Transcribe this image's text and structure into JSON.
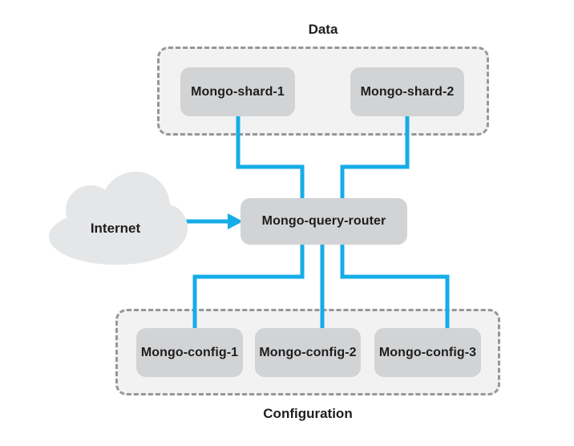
{
  "colors": {
    "connector": "#16ace8",
    "node_fill": "#d2d3d5",
    "panel_fill": "#f2f2f3",
    "panel_border": "#95979a",
    "cloud_fill": "#e5e6e8",
    "text": "#1e1e1e"
  },
  "data_group": {
    "label": "Data",
    "nodes": [
      {
        "label": "Mongo-shard-1"
      },
      {
        "label": "Mongo-shard-2"
      }
    ]
  },
  "internet": {
    "label": "Internet"
  },
  "router": {
    "label": "Mongo-query-router"
  },
  "config_group": {
    "label": "Configuration",
    "nodes": [
      {
        "label": "Mongo-config-1"
      },
      {
        "label": "Mongo-config-2"
      },
      {
        "label": "Mongo-config-3"
      }
    ]
  }
}
